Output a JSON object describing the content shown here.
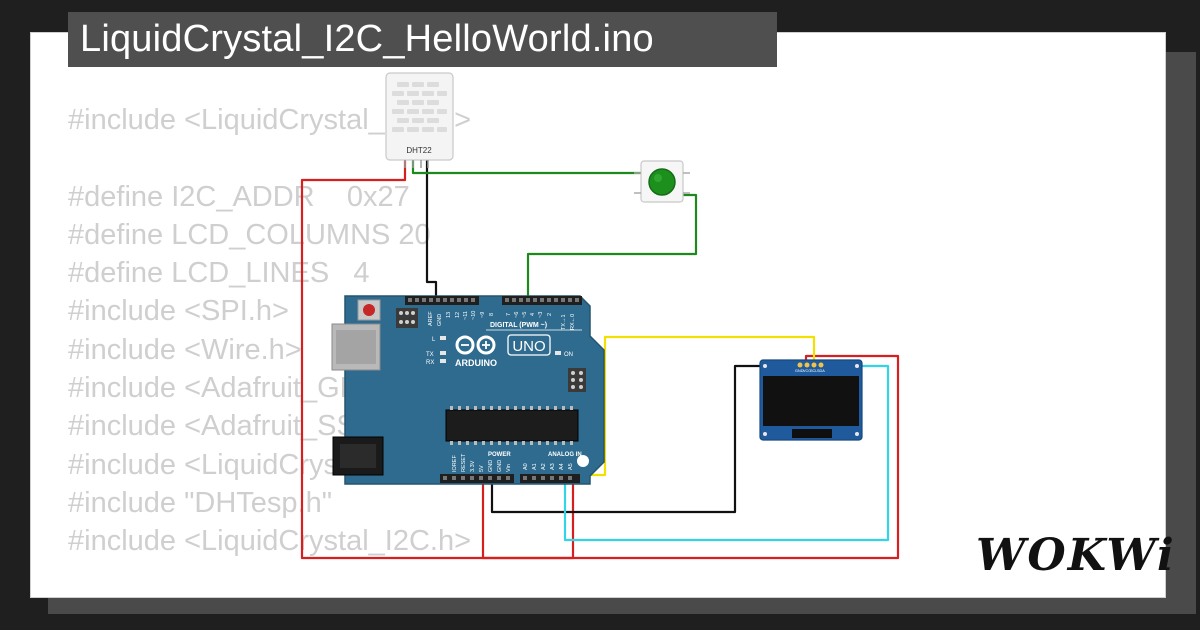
{
  "window": {
    "title": "LiquidCrystal_I2C_HelloWorld.ino"
  },
  "code_lines": [
    "#include <LiquidCrystal_I2C.h>",
    "",
    "#define I2C_ADDR    0x27",
    "#define LCD_COLUMNS 20",
    "#define LCD_LINES   4",
    "#include <SPI.h>",
    "#include <Wire.h>",
    "#include <Adafruit_GFX.h>",
    "#include <Adafruit_SSD1306.h>",
    "#include <LiquidCrystal_I2C.h>",
    "#include \"DHTesp.h\"",
    "#include <LiquidCrystal_I2C.h>"
  ],
  "components": {
    "sensor_label": "DHT22",
    "arduino": {
      "brand": "ARDUINO",
      "model": "UNO",
      "digital_label": "DIGITAL (PWM ~)",
      "analog_label": "ANALOG IN",
      "power_label": "POWER",
      "on_label": "ON",
      "l_label": "L",
      "tx_label": "TX",
      "rx_label": "RX",
      "aref_label": "AREF",
      "gnd_label": "GND",
      "pins_power": [
        "IOREF",
        "RESET",
        "3.3V",
        "5V",
        "GND",
        "GND",
        "Vin"
      ],
      "pins_analog": [
        "A0",
        "A1",
        "A2",
        "A3",
        "A4",
        "A5"
      ],
      "pins_digital": [
        "13",
        "12",
        "~11",
        "~10",
        "~9",
        "8",
        "7",
        "~6",
        "~5",
        "4",
        "~3",
        "2",
        "TX→1",
        "RX←0"
      ]
    },
    "oled_pins": [
      "GND",
      "VCC",
      "SCL",
      "SDA"
    ]
  },
  "brand": {
    "logo_text": "WOKWi"
  },
  "colors": {
    "wire_red": "#d81f1f",
    "wire_green": "#1e8a1e",
    "wire_yellow": "#f3df00",
    "wire_cyan": "#33d3e8",
    "wire_black": "#111111",
    "board_blue": "#2e6b8e",
    "button_green": "#1c8f1c"
  }
}
